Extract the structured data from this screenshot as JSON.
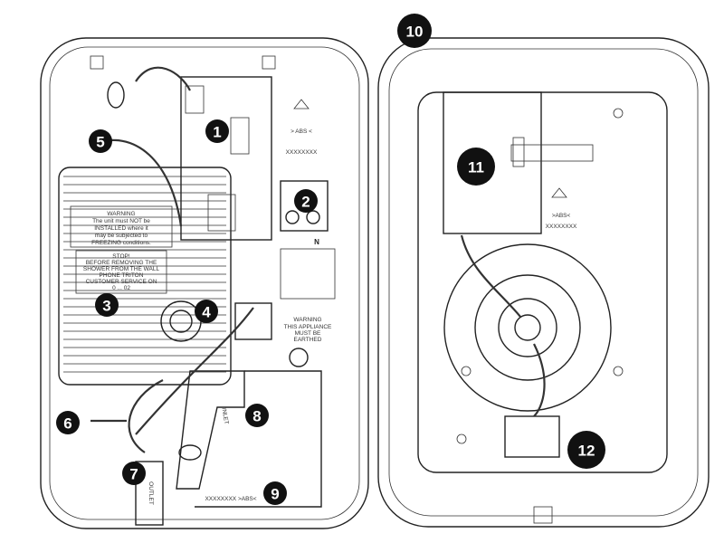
{
  "title": "Shower unit internal components diagram",
  "callouts": [
    "1",
    "2",
    "3",
    "4",
    "5",
    "6",
    "7",
    "8",
    "9",
    "10",
    "11",
    "12"
  ],
  "labels": {
    "abs_left": "> ABS <",
    "abs_right": ">ABS<",
    "code_left": "XXXXXXXX",
    "code_right": "XXXXXXXX",
    "code_bottom": "XXXXXXXX  >ABS<",
    "warning_title": "WARNING",
    "warning_lines": [
      "The unit must NOT be",
      "INSTALLED where it",
      "may be subjected to",
      "FREEZING conditions."
    ],
    "stop_title": "STOP!",
    "stop_lines": [
      "BEFORE REMOVING THE",
      "SHOWER FROM THE WALL",
      "PHONE TRITON",
      "CUSTOMER SERVICE ON",
      "0 ... 02"
    ],
    "appliance_warning_title": "WARNING",
    "appliance_warning_lines": [
      "THIS APPLIANCE",
      "MUST BE",
      "EARTHED"
    ],
    "neutral": "N",
    "outlet": "OUTLET",
    "inlet": "INLET"
  },
  "colors": {
    "line": "#222222",
    "badge": "#111111",
    "background": "#ffffff"
  }
}
